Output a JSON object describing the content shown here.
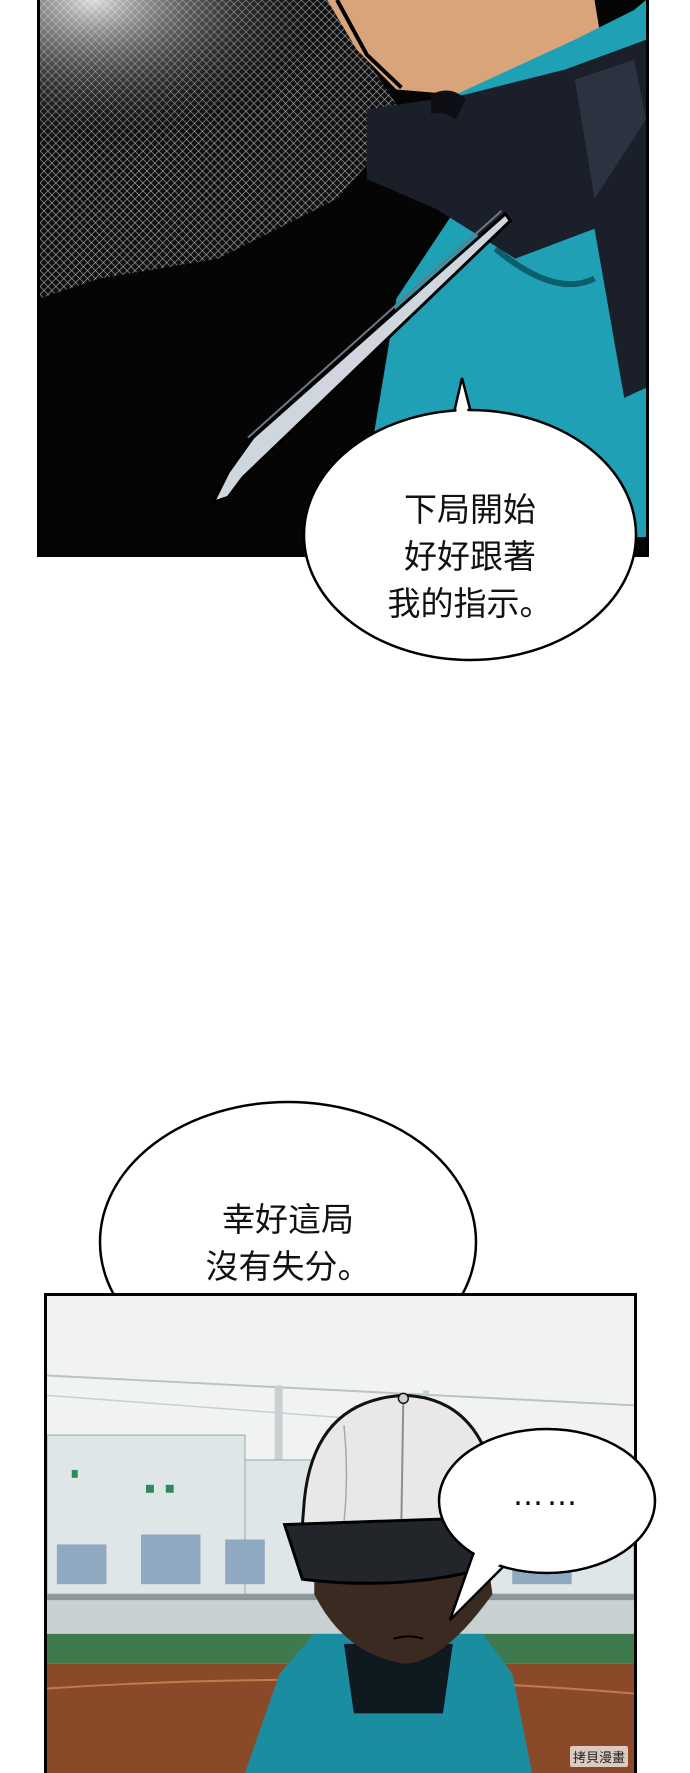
{
  "page": {
    "background": "#ffffff"
  },
  "panels": [
    {
      "id": "top",
      "scene": "dark-shoulder-closeup",
      "colors": {
        "shirt": "#1fa0b5",
        "vest": "#1a1f29",
        "dark": "#050505"
      }
    },
    {
      "id": "bottom",
      "scene": "stadium-player-with-cap",
      "colors": {
        "sky": "#f1f3f2",
        "cap": "#e8e8e8",
        "brim": "#22262b",
        "field": "#8a4a2a",
        "jersey": "#1a8ea0"
      }
    }
  ],
  "bubbles": {
    "b1": {
      "text": "下局開始\n好好跟著\n我的指示。"
    },
    "b2": {
      "text": "幸好這局\n沒有失分。"
    },
    "b3": {
      "text": "……"
    }
  },
  "watermark": {
    "text": "拷貝漫畫"
  }
}
